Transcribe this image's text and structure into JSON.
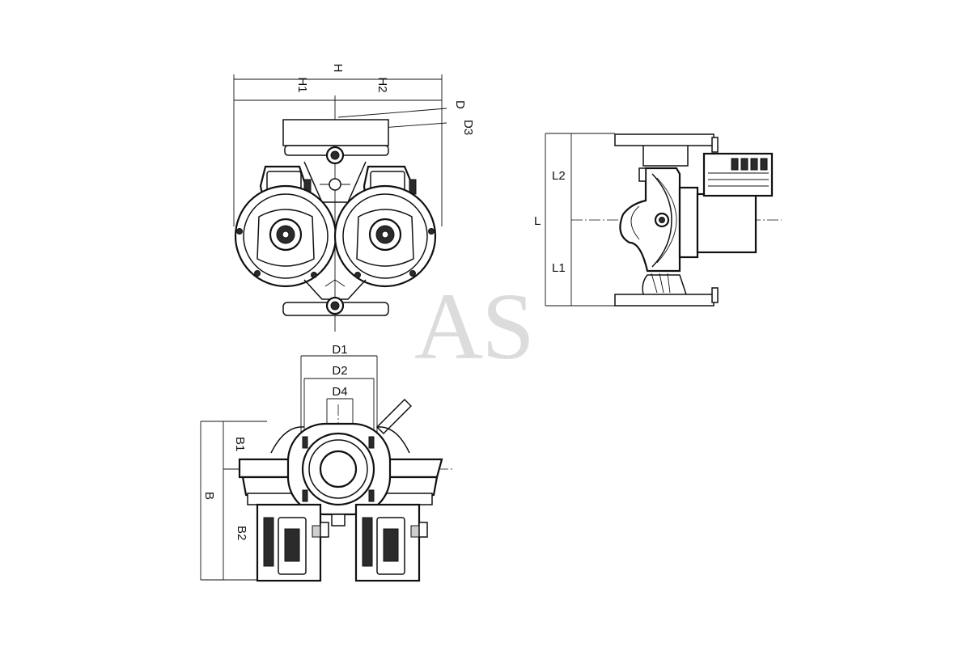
{
  "watermark": "AS",
  "views": {
    "top": {
      "dimensions": {
        "h": "H",
        "h1": "H1",
        "h2": "H2",
        "d": "D",
        "d3": "D3"
      }
    },
    "side": {
      "dimensions": {
        "l": "L",
        "l1": "L1",
        "l2": "L2"
      }
    },
    "bottom": {
      "dimensions": {
        "d1": "D1",
        "d2": "D2",
        "d4": "D4",
        "b": "B",
        "b1": "B1",
        "b2": "B2"
      }
    }
  },
  "colors": {
    "line": "#111111",
    "watermark": "#dcdcdc",
    "background": "#ffffff"
  }
}
